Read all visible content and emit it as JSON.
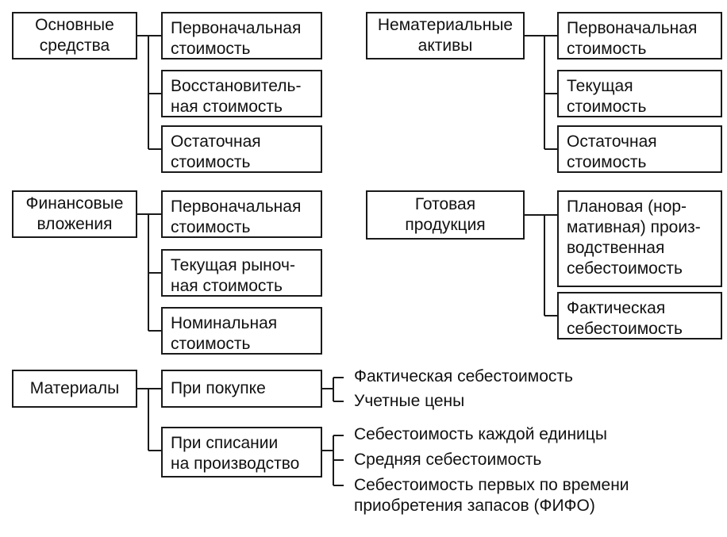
{
  "groups": [
    {
      "category": "Основные\nсредства",
      "items": [
        "Первоначальная\nстоимость",
        "Восстановитель-\nная стоимость",
        "Остаточная\nстоимость"
      ]
    },
    {
      "category": "Нематериальные\nактивы",
      "items": [
        "Первоначальная\nстоимость",
        "Текущая\nстоимость",
        "Остаточная\nстоимость"
      ]
    },
    {
      "category": "Финансовые\nвложения",
      "items": [
        "Первоначальная\nстоимость",
        "Текущая рыноч-\nная стоимость",
        "Номинальная\nстоимость"
      ]
    },
    {
      "category": "Готовая\nпродукция",
      "items": [
        "Плановая (нор-\nмативная) произ-\nводственная\nсебестоимость",
        "Фактическая\nсебестоимость"
      ]
    },
    {
      "category": "Материалы",
      "subgroups": [
        {
          "label": "При покупке",
          "methods": [
            "Фактическая себестоимость",
            "Учетные цены"
          ]
        },
        {
          "label": "При списании\nна производство",
          "methods": [
            "Себестоимость каждой единицы",
            "Средняя себестоимость",
            "Себестоимость первых по времени\nприобретения запасов (ФИФО)"
          ]
        }
      ]
    }
  ]
}
